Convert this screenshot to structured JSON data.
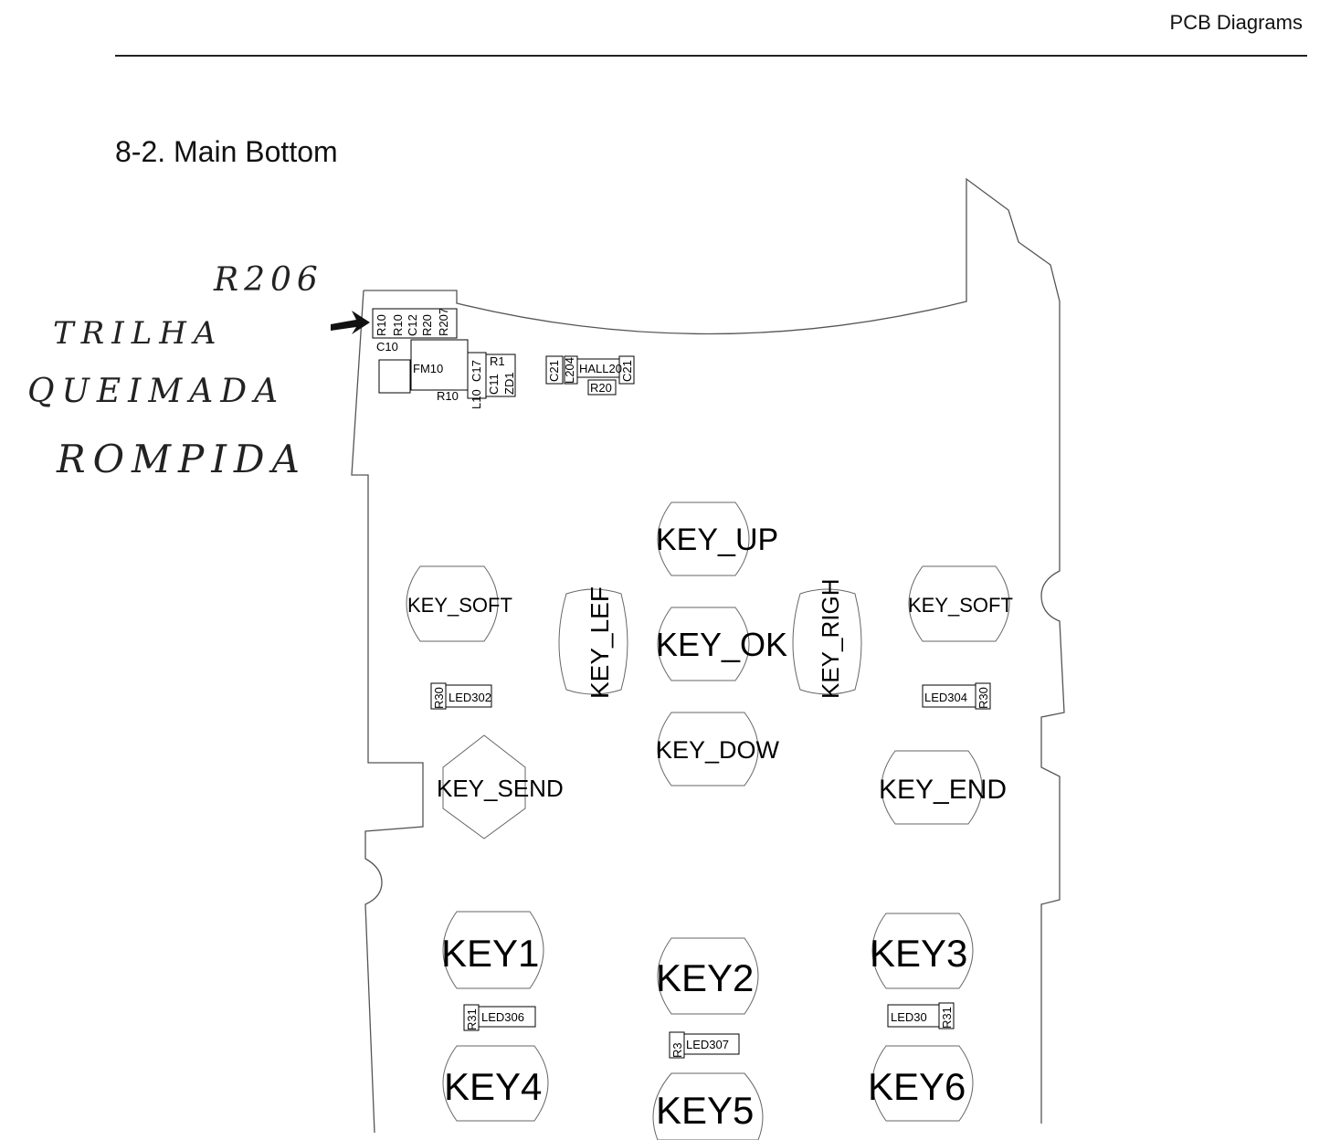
{
  "header": {
    "text": "PCB Diagrams"
  },
  "section_title": "8-2.  Main  Bottom",
  "handwritten": {
    "ref": "R206",
    "line1": "TRILHA",
    "line2": "QUEIMADA",
    "line3": "ROMPIDA"
  },
  "keys": {
    "up": "KEY_UP",
    "ok": "KEY_OK",
    "down": "KEY_DOW",
    "soft_left": "KEY_SOFT",
    "soft_right": "KEY_SOFT",
    "left": "KEY_LEF",
    "right": "KEY_RIGH",
    "send": "KEY_SEND",
    "end": "KEY_END",
    "k1": "KEY1",
    "k2": "KEY2",
    "k3": "KEY3",
    "k4": "KEY4",
    "k5": "KEY5",
    "k6": "KEY6"
  },
  "components": {
    "fm": "FM10",
    "hall": "HALL20",
    "r20x": "R20",
    "c21a": "C21",
    "l204": "L204",
    "c21b": "C21",
    "c10a": "C10",
    "r10": "R10",
    "r1_a": "R10",
    "r1_b": "R10",
    "c12": "C12",
    "r2_a": "R20",
    "r207": "R207",
    "l10": "L10",
    "c17": "C17",
    "c11": "C11",
    "zd1": "ZD1",
    "r1c": "R1",
    "led302": "LED302",
    "r30a": "R30",
    "led304": "LED304",
    "r30b": "R30",
    "led306": "LED306",
    "r31a": "R31",
    "led307": "LED307",
    "r3x": "R3",
    "led30x": "LED30",
    "r31b": "R31"
  }
}
